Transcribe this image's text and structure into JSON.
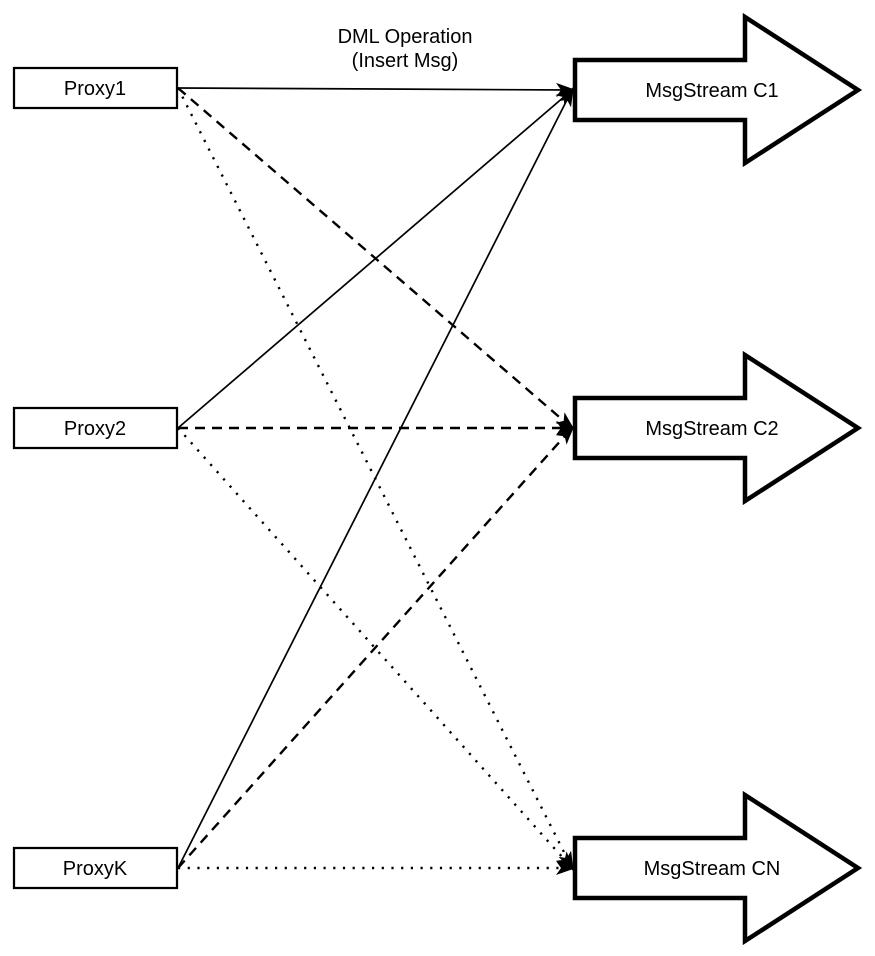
{
  "diagram": {
    "title_line1": "DML Operation",
    "title_line2": "(Insert Msg)",
    "colors": {
      "stroke": "#000000",
      "fill": "#ffffff",
      "background": "#ffffff"
    },
    "proxies": [
      {
        "id": "proxy1",
        "label": "Proxy1"
      },
      {
        "id": "proxy2",
        "label": "Proxy2"
      },
      {
        "id": "proxyk",
        "label": "ProxyK"
      }
    ],
    "streams": [
      {
        "id": "c1",
        "label": "MsgStream C1"
      },
      {
        "id": "c2",
        "label": "MsgStream C2"
      },
      {
        "id": "cn",
        "label": "MsgStream CN"
      }
    ],
    "edges": [
      {
        "from": "proxy1",
        "to": "c1",
        "style": "solid"
      },
      {
        "from": "proxy2",
        "to": "c1",
        "style": "solid"
      },
      {
        "from": "proxyk",
        "to": "c1",
        "style": "solid"
      },
      {
        "from": "proxy1",
        "to": "c2",
        "style": "dashed"
      },
      {
        "from": "proxy2",
        "to": "c2",
        "style": "dashed"
      },
      {
        "from": "proxyk",
        "to": "c2",
        "style": "dashed"
      },
      {
        "from": "proxy1",
        "to": "cn",
        "style": "dotted"
      },
      {
        "from": "proxy2",
        "to": "cn",
        "style": "dotted"
      },
      {
        "from": "proxyk",
        "to": "cn",
        "style": "dotted"
      }
    ]
  }
}
